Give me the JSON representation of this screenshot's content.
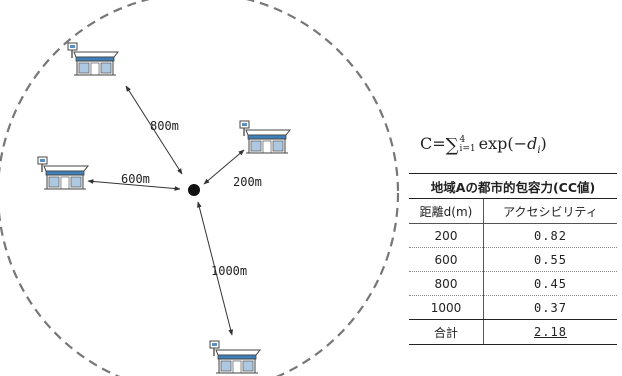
{
  "diagram": {
    "distances": [
      "800m",
      "600m",
      "200m",
      "1000m"
    ],
    "center_marker": "black-dot-icon",
    "facility_icon": "convenience-store-icon"
  },
  "formula": {
    "prefix": "C=",
    "sum_symbol": "∑",
    "upper": "4",
    "lower": "i=1",
    "body": "exp(−",
    "var": "d",
    "sub": "i",
    "close": ")"
  },
  "table": {
    "title": "地域Aの都市的包容力(CC値)",
    "col_headers": [
      "距離d(m)",
      "アクセシビリティ"
    ],
    "rows": [
      {
        "distance": "200",
        "accessibility": "0.82"
      },
      {
        "distance": "600",
        "accessibility": "0.55"
      },
      {
        "distance": "800",
        "accessibility": "0.45"
      },
      {
        "distance": "1000",
        "accessibility": "0.37"
      }
    ],
    "total_label": "合計",
    "total_value": "2.18"
  }
}
